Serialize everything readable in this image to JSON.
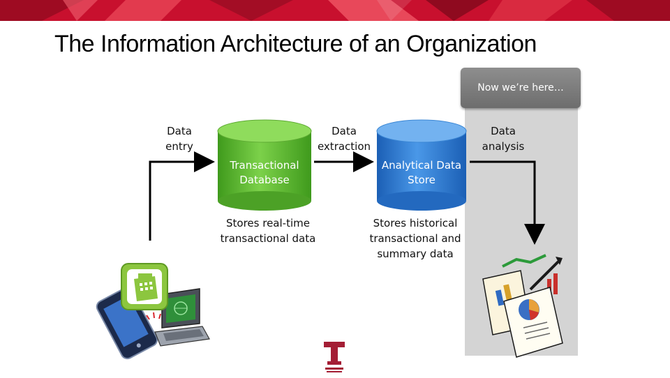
{
  "title": "The Information Architecture of an Organization",
  "callout": "Now we’re here…",
  "labels": {
    "data_entry": [
      "Data",
      "entry"
    ],
    "data_extraction": [
      "Data",
      "extraction"
    ],
    "data_analysis": [
      "Data",
      "analysis"
    ]
  },
  "stores": {
    "transactional": {
      "name": [
        "Transactional",
        "Database"
      ],
      "caption": [
        "Stores real-time",
        "transactional data"
      ],
      "color": "#6bbf3a"
    },
    "analytical": {
      "name": [
        "Analytical Data",
        "Store"
      ],
      "caption": [
        "Stores historical",
        "transactional and",
        "summary data"
      ],
      "color": "#2f7fd6"
    }
  },
  "icons": [
    "cash-register-icon",
    "smartphone-icon",
    "laptop-icon",
    "reports-chart-icon",
    "temple-logo-icon"
  ],
  "colors": {
    "banner": "#c8102e",
    "panel": "#d4d4d4",
    "callout": "#7a7a7a"
  }
}
